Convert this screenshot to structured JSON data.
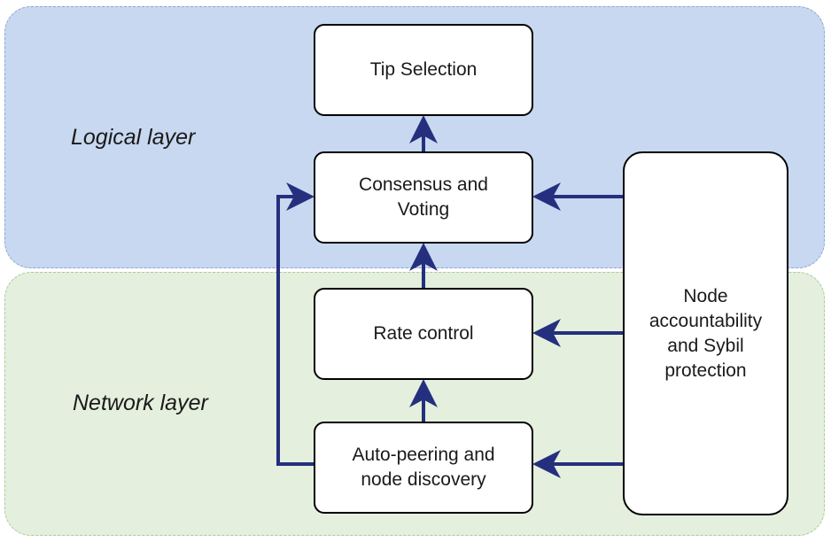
{
  "layers": {
    "logical": {
      "label": "Logical layer"
    },
    "network": {
      "label": "Network layer"
    }
  },
  "boxes": {
    "tip_selection": "Tip Selection",
    "consensus_voting": "Consensus and\nVoting",
    "rate_control": "Rate control",
    "auto_peering": "Auto-peering and\nnode discovery",
    "node_accountability": "Node\naccountability\nand Sybil\nprotection"
  },
  "colors": {
    "logical_layer_fill": "#c8d8f0",
    "network_layer_fill": "#e4efdd",
    "arrow": "#24307e"
  }
}
